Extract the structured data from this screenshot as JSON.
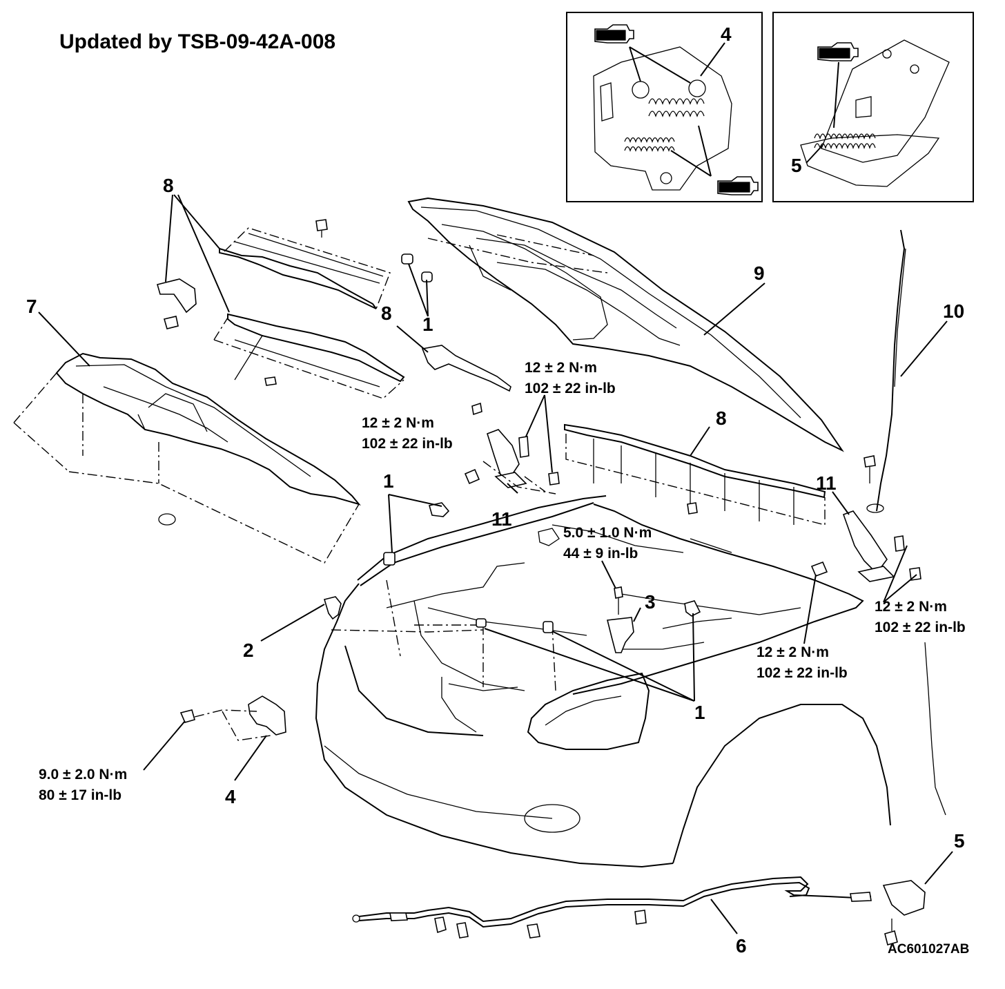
{
  "title": "Updated by TSB-09-42A-008",
  "figure_code": "AC601027AB",
  "callouts": {
    "inset_latch": "4",
    "inset_release": "5",
    "insulator_left": "7",
    "weatherstrip_top": "8",
    "weatherstrip_mid": "8",
    "weatherstrip_right": "8",
    "hood": "9",
    "support_rod": "10",
    "bumper_upper": "1",
    "bumper_left": "1",
    "bumper_lower": "1",
    "hinge_left": "11",
    "hinge_right": "11",
    "latch": "4",
    "clip": "2",
    "striker": "3",
    "cable": "6",
    "release_handle": "5"
  },
  "torques": {
    "hinge_upper": [
      "12 ± 2 N·m",
      "102 ± 22 in-lb"
    ],
    "hinge_left": [
      "12 ± 2 N·m",
      "102 ± 22 in-lb"
    ],
    "striker": [
      "5.0 ± 1.0 N·m",
      "44 ± 9 in-lb"
    ],
    "hinge_right_outer": [
      "12 ± 2 N·m",
      "102 ± 22 in-lb"
    ],
    "hinge_right_inner": [
      "12 ± 2 N·m",
      "102 ± 22 in-lb"
    ],
    "latch": [
      "9.0 ± 2.0 N·m",
      "80 ± 17 in-lb"
    ]
  }
}
